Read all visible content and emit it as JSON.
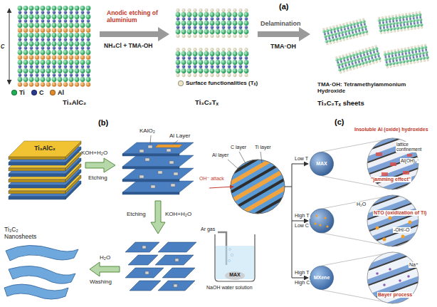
{
  "diagram": {
    "nodes": [
      {
        "text": [
          "Ti₃AlC₂"
        ]
      },
      {
        "text": [
          "MAX"
        ]
      },
      {
        "text": [
          "MAX"
        ]
      },
      {
        "text": [
          "MXene"
        ]
      }
    ],
    "labels": [
      "(a)",
      "c",
      "Anodic etching of aluminium",
      "NH₄Cl + TMA-OH",
      "Delamination",
      "TMA·OH",
      "Ti₃AlC₂",
      "Ti₃C₂Tₓ",
      "TMA·OH: Tetramethylammonium Hydroxide",
      "Ti₃C₂Tₓ sheets",
      "(b)",
      "KOH+H₂O",
      "Etching",
      "KAlO₂",
      "Al Layer",
      "Etching",
      "KOH+H₂O",
      "Ti₃C₂ Nanosheets",
      "H₂O",
      "Washing",
      "(c)",
      "C layer",
      "Ti layer",
      "Al layer",
      "OH⁻ attack",
      "Insoluble Al (oxide) hydroxides",
      "lattice confinement",
      "Al(OH)₄⁻",
      "Low T",
      "\"jamming effect\"",
      "Ar gas",
      "High T",
      "Low C",
      "H₂O",
      "NTO (oxidization of Ti)",
      "-OH/-O",
      "High T",
      "High C",
      "Na⁺",
      "NaOH water solution",
      "Bayer process"
    ],
    "legend": [
      {
        "text": "Ti",
        "color": "#1fae56"
      },
      {
        "text": "C",
        "color": "#2b3a8c"
      },
      {
        "text": "Al",
        "color": "#e08a2c"
      },
      {
        "text": "Surface functionalities (Tₓ)",
        "color": "#efe6c8"
      }
    ]
  }
}
